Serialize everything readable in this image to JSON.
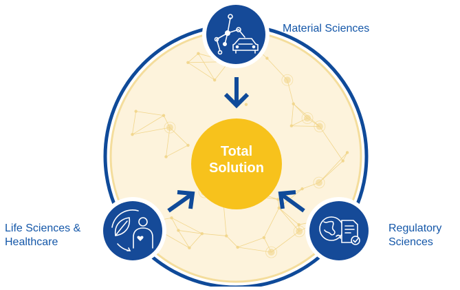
{
  "center": {
    "line1": "Total",
    "line2": "Solution"
  },
  "nodes": {
    "material": {
      "label": "Material Sciences",
      "icon": "network-car-icon"
    },
    "life": {
      "line1": "Life Sciences &",
      "line2": "Healthcare",
      "icon": "leaf-person-icon"
    },
    "regulatory": {
      "line1": "Regulatory",
      "line2": "Sciences",
      "icon": "globe-document-icon"
    }
  },
  "colors": {
    "navy": "#0f4a99",
    "node_fill": "#154a98",
    "center_fill": "#f7c21c",
    "ring_fill": "#fdf3dc",
    "ring_border": "#f4dd9c",
    "network": "#f1d58a",
    "label_text": "#1356a8"
  }
}
